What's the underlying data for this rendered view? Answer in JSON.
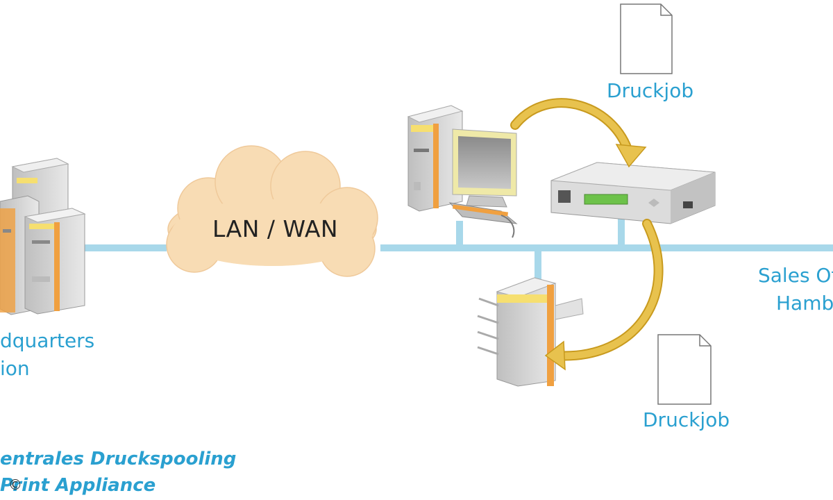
{
  "diagram": {
    "cloud_label": "LAN / WAN",
    "job_top_label": "Druckjob",
    "job_bottom_label": "Druckjob",
    "headquarters_line1": "dquarters",
    "headquarters_line2": "ion",
    "sales_line1": "Sales Of",
    "sales_line2": "Hamb",
    "caption_line1": "entrales Druckspooling",
    "caption_line2": "Print Appliance",
    "copyright": "©"
  },
  "colors": {
    "network_line": "#a8d8ea",
    "arrow": "#e8c24e",
    "arrow_outline": "#c89a1e",
    "label_blue": "#2aa0d0",
    "cloud_fill": "#f8dcb4",
    "device_body": "#d6d6d6",
    "device_accent_orange": "#f0a040",
    "device_accent_yellow": "#f6df70"
  },
  "icons": [
    "server-cluster-icon",
    "cloud-icon",
    "workstation-icon",
    "print-appliance-icon",
    "printer-icon",
    "document-icon"
  ]
}
